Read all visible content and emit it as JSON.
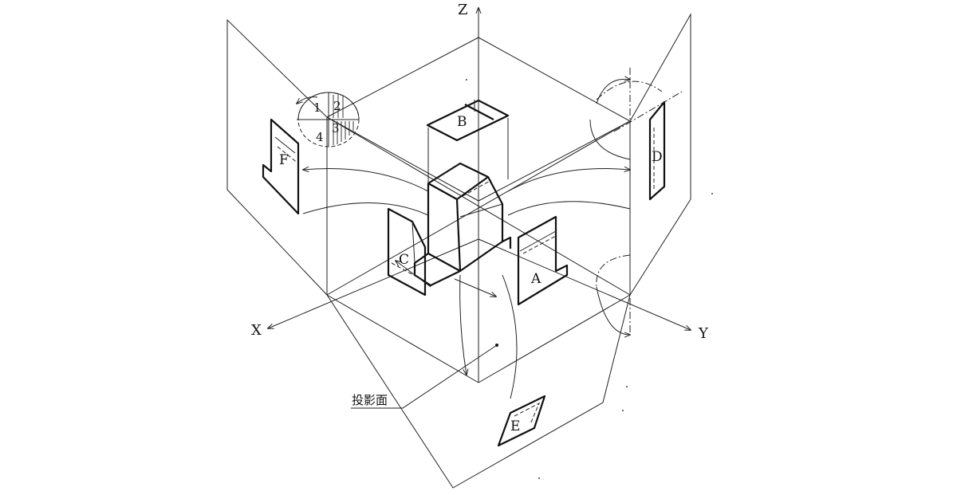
{
  "axes": {
    "x": "X",
    "y": "Y",
    "z": "Z"
  },
  "views": [
    "A",
    "B",
    "C",
    "D",
    "E",
    "F"
  ],
  "quadrants": [
    "1",
    "2",
    "3",
    "4"
  ],
  "projection_plane_label": "投影面"
}
